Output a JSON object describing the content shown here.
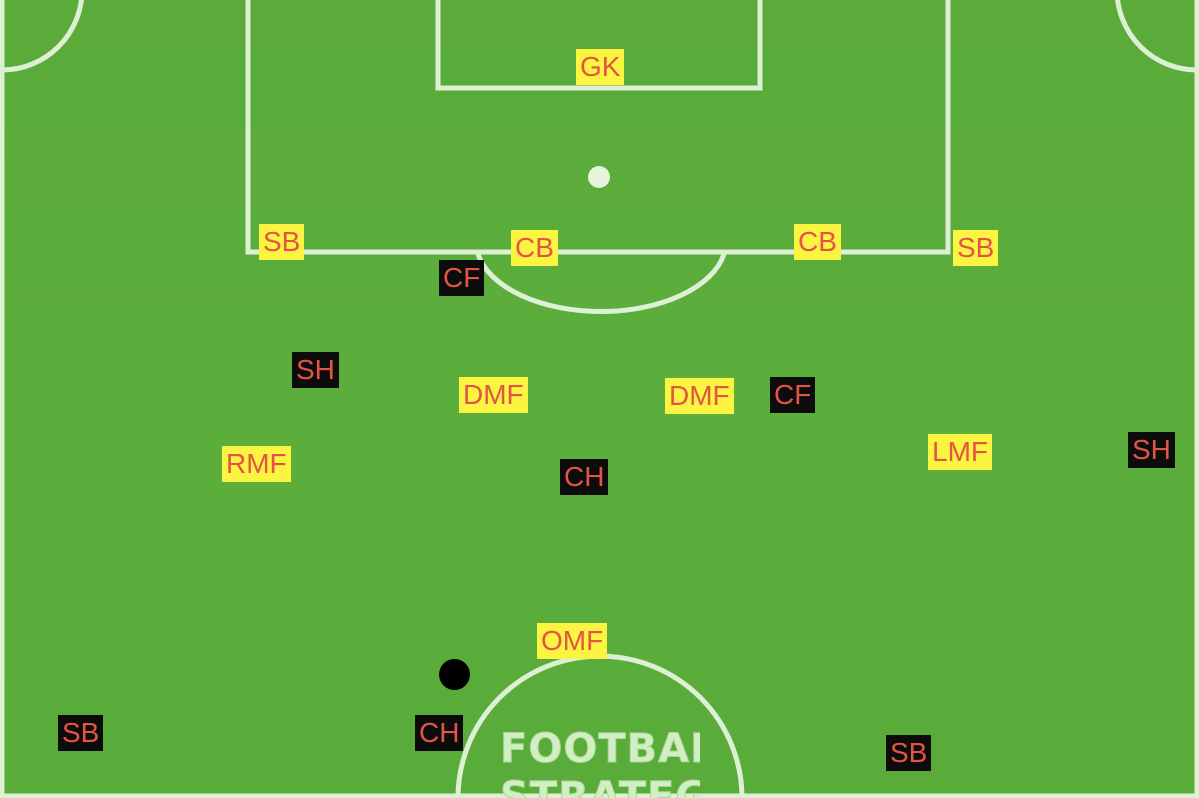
{
  "title": "",
  "colors": {
    "pitch": "#5cab3c",
    "lines": "#e6f4dc",
    "team_a_bg": "#fbf441",
    "team_b_bg": "#0c0c0c",
    "label_text": "#e25544",
    "ball": "#000000"
  },
  "team_a": [
    {
      "position": "GK"
    },
    {
      "position": "SB"
    },
    {
      "position": "CB"
    },
    {
      "position": "CB"
    },
    {
      "position": "SB"
    },
    {
      "position": "DMF"
    },
    {
      "position": "DMF"
    },
    {
      "position": "RMF"
    },
    {
      "position": "LMF"
    },
    {
      "position": "OMF"
    }
  ],
  "team_b": [
    {
      "position": "CF"
    },
    {
      "position": "SH"
    },
    {
      "position": "CF"
    },
    {
      "position": "SH"
    },
    {
      "position": "CH"
    },
    {
      "position": "CH"
    },
    {
      "position": "SB"
    },
    {
      "position": "SB"
    }
  ],
  "logo": {
    "line1": "FOOTBALL",
    "line2": "STRATEGY"
  }
}
